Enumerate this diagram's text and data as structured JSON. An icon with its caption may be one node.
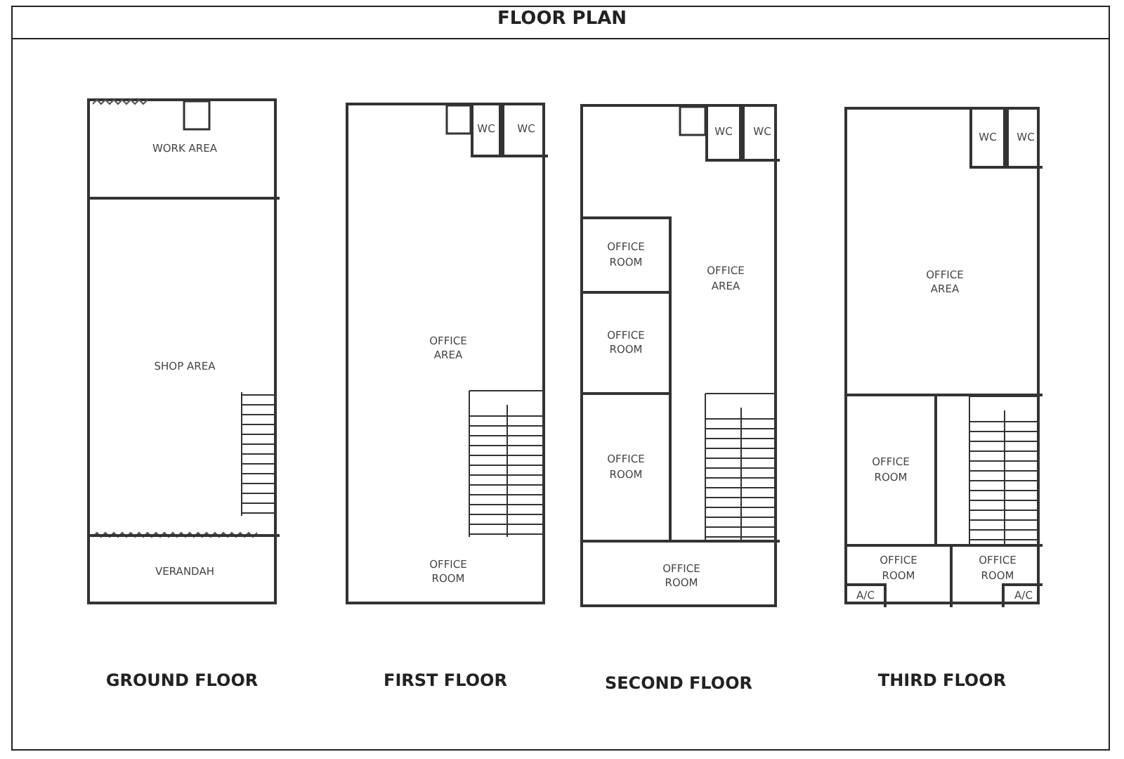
{
  "diagram": {
    "title": "FLOOR PLAN",
    "nodes": [
      {
        "text": [],
        "shape": "box"
      },
      {
        "text": [
          "WORK AREA"
        ],
        "in": 0
      },
      {
        "text": [
          "SHOP AREA"
        ],
        "in": 0
      },
      {
        "text": [
          "VERANDAH"
        ],
        "in": 0
      },
      {
        "text": [],
        "shape": "box"
      },
      {
        "text": [
          "WC"
        ],
        "in": 4
      },
      {
        "text": [
          "WC"
        ],
        "in": 4
      },
      {
        "text": [
          "OFFICE AREA"
        ],
        "in": 4
      },
      {
        "text": [
          "OFFICE ROOM"
        ],
        "in": 4
      },
      {
        "text": [],
        "shape": "box"
      },
      {
        "text": [
          "WC"
        ],
        "in": 9
      },
      {
        "text": [
          "WC"
        ],
        "in": 9
      },
      {
        "text": [
          "OFFICE ROOM"
        ],
        "in": 9
      },
      {
        "text": [
          "OFFICE AREA"
        ],
        "in": 9
      },
      {
        "text": [
          "OFFICE ROOM"
        ],
        "in": 9
      },
      {
        "text": [
          "OFFICE ROOM"
        ],
        "in": 9
      },
      {
        "text": [
          "OFFICE ROOM"
        ],
        "in": 9
      },
      {
        "text": [],
        "shape": "box"
      },
      {
        "text": [
          "WC"
        ],
        "in": 17
      },
      {
        "text": [
          "WC"
        ],
        "in": 17
      },
      {
        "text": [
          "OFFICE AREA"
        ],
        "in": 17
      },
      {
        "text": [
          "OFFICE ROOM"
        ],
        "in": 17
      },
      {
        "text": [
          "OFFICE ROOM"
        ],
        "in": 17
      },
      {
        "text": [
          "A/C"
        ],
        "in": 22
      },
      {
        "text": [
          "OFFICE ROOM"
        ],
        "in": 17
      },
      {
        "text": [
          "A/C"
        ],
        "in": 24
      }
    ],
    "labels": [
      "GROUND FLOOR",
      "FIRST FLOOR",
      "SECOND FLOOR",
      "THIRD FLOOR"
    ]
  }
}
